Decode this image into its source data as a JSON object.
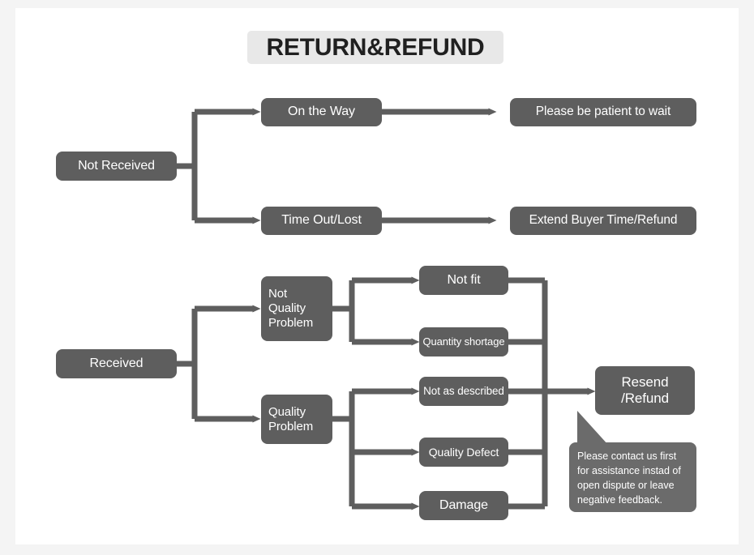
{
  "page": {
    "title_badge": "RETURN&REFUND",
    "background_color": "#f4f4f4",
    "card_color": "#ffffff",
    "node_color": "#5e5e5e",
    "callout_color": "#6b6b6b",
    "title_badge_color": "#e8e8e8",
    "connector_color": "#5e5e5e"
  },
  "diagram": {
    "type": "flowchart",
    "nodes": {
      "not_received": "Not Received",
      "on_the_way": "On the Way",
      "time_out_lost": "Time Out/Lost",
      "please_be_patient": "Please be patient to wait",
      "extend_buyer": "Extend Buyer Time/Refund",
      "received": "Received",
      "not_quality_problem": "Not\nQuality\nProblem",
      "quality_problem": "Quality\nProblem",
      "not_fit": "Not fit",
      "quantity_shortage": "Quantity shortage",
      "not_as_described": "Not as described",
      "quality_defect": "Quality Defect",
      "damage": "Damage",
      "resend_refund": "Resend\n/Refund"
    },
    "callout": "Please contact us first for assistance instad of open dispute or leave negative feedback.",
    "edges": [
      {
        "from": "not_received",
        "to": "on_the_way"
      },
      {
        "from": "not_received",
        "to": "time_out_lost"
      },
      {
        "from": "on_the_way",
        "to": "please_be_patient"
      },
      {
        "from": "time_out_lost",
        "to": "extend_buyer"
      },
      {
        "from": "received",
        "to": "not_quality_problem"
      },
      {
        "from": "received",
        "to": "quality_problem"
      },
      {
        "from": "not_quality_problem",
        "to": "not_fit"
      },
      {
        "from": "not_quality_problem",
        "to": "quantity_shortage"
      },
      {
        "from": "quality_problem",
        "to": "not_as_described"
      },
      {
        "from": "quality_problem",
        "to": "quality_defect"
      },
      {
        "from": "quality_problem",
        "to": "damage"
      },
      {
        "from": "not_fit",
        "to": "resend_refund"
      },
      {
        "from": "quantity_shortage",
        "to": "resend_refund"
      },
      {
        "from": "not_as_described",
        "to": "resend_refund"
      },
      {
        "from": "quality_defect",
        "to": "resend_refund"
      },
      {
        "from": "damage",
        "to": "resend_refund"
      }
    ]
  }
}
